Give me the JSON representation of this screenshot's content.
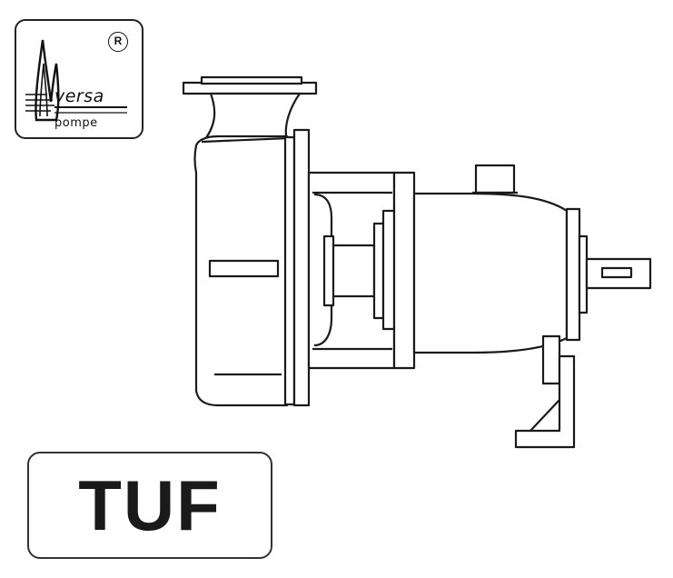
{
  "logo": {
    "brand_word": "versa",
    "sub_word": "pompe",
    "registered_mark": "R"
  },
  "model": {
    "label": "TUF"
  },
  "colors": {
    "line": "#1a1a1a",
    "fill": "#ffffff"
  }
}
